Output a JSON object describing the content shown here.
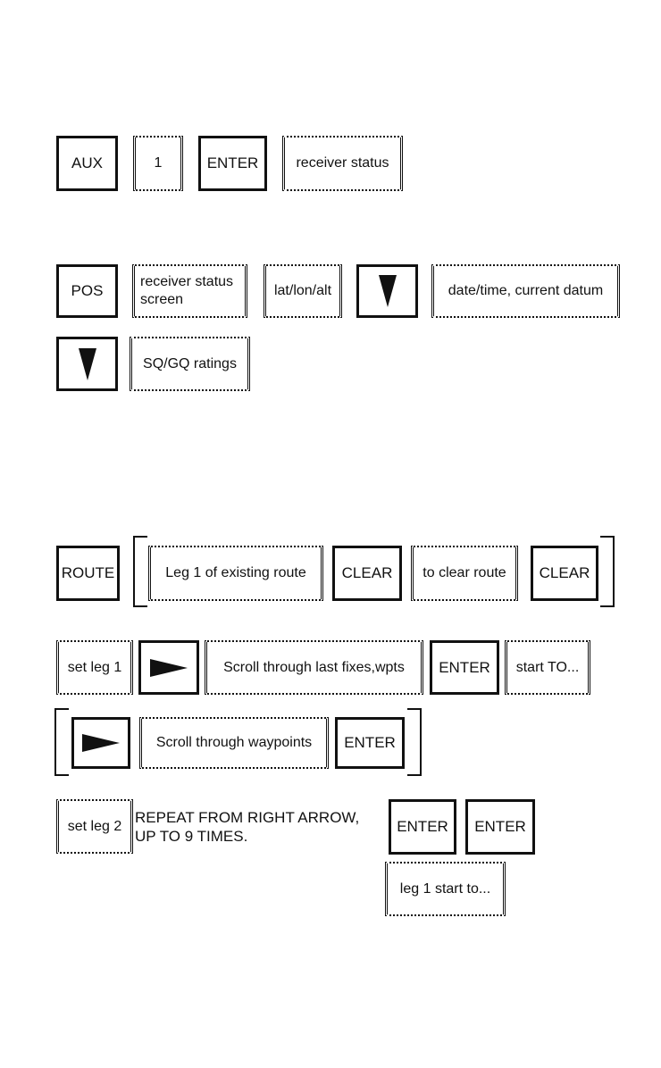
{
  "section1": {
    "key_aux": "AUX",
    "screen_1": "1",
    "key_enter": "ENTER",
    "screen_receiver_status": "receiver status"
  },
  "section2": {
    "key_pos": "POS",
    "screen_receiver_status_screen": "receiver status screen",
    "screen_latlonalt": "lat/lon/alt",
    "down_arrow_icon": "down-arrow-icon",
    "screen_datetime": "date/time, current datum",
    "screen_sqgq": "SQ/GQ ratings"
  },
  "section3": {
    "key_route": "ROUTE",
    "screen_leg1_existing": "Leg 1 of existing route",
    "key_clear": "CLEAR",
    "screen_to_clear_route": "to clear route",
    "screen_set_leg1": "set leg 1",
    "right_arrow_icon": "right-arrow-icon",
    "screen_scroll_fixes": "Scroll through last fixes,wpts",
    "key_enter": "ENTER",
    "screen_start_to": "start TO...",
    "screen_scroll_waypoints": "Scroll through waypoints",
    "screen_set_leg2": "set leg 2",
    "repeat_line1": "REPEAT FROM RIGHT ARROW,",
    "repeat_line2": "UP TO 9 TIMES.",
    "screen_leg1_start": "leg 1 start to..."
  }
}
